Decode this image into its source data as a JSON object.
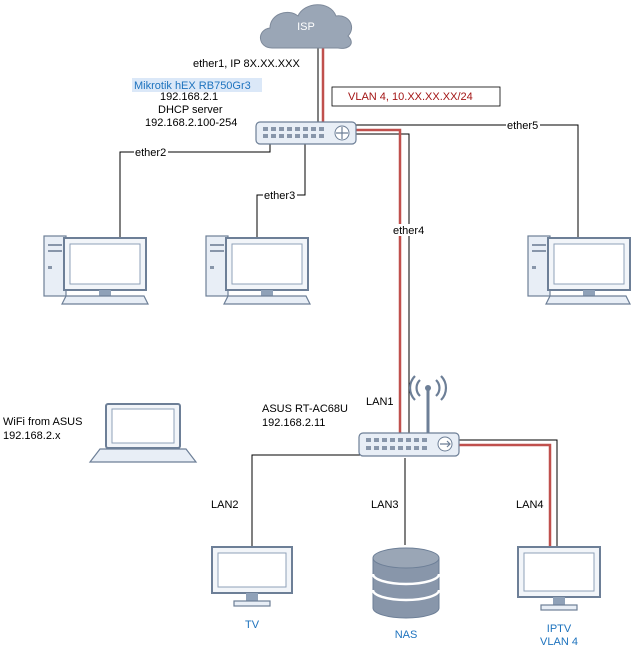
{
  "isp": {
    "label": "ISP"
  },
  "mikrotik": {
    "wan_label": "ether1, IP 8X.XX.XXX",
    "model": "Mikrotik hEX RB750Gr3",
    "ip": "192.168.2.1",
    "role": "DHCP server",
    "dhcp_range": "192.168.2.100-254",
    "vlan_label": "VLAN 4, 10.XX.XX.XX/24",
    "ports": {
      "ether2": "ether2",
      "ether3": "ether3",
      "ether4": "ether4",
      "ether5": "ether5"
    }
  },
  "asus": {
    "model": "ASUS RT-AC68U",
    "ip": "192.168.2.11",
    "ports": {
      "lan1": "LAN1",
      "lan2": "LAN2",
      "lan3": "LAN3",
      "lan4": "LAN4"
    }
  },
  "wifi": {
    "line1": "WiFi from ASUS",
    "line2": "192.168.2.x"
  },
  "devices": {
    "tv": "TV",
    "nas": "NAS",
    "iptv_line1": "IPTV",
    "iptv_line2": "VLAN 4"
  },
  "colors": {
    "vlan_wire": "#c0504d",
    "label_blue": "#1e73be",
    "label_red": "#a31515"
  }
}
